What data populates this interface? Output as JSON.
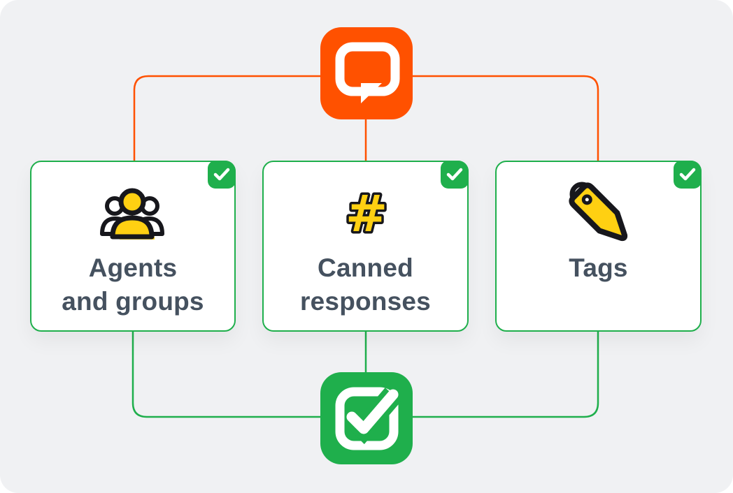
{
  "colors": {
    "page-bg": "#ffffff",
    "canvas-bg": "#f0f1f3",
    "orange": "#ff5100",
    "green": "#1faf4c",
    "yellow": "#ffd012",
    "outline": "#17171c",
    "text": "#45515f",
    "card-bg": "#ffffff"
  },
  "source_app": {
    "icon": "livechat-speech-bubble-logo"
  },
  "target_app": {
    "icon": "helpdesk-checkmark-logo"
  },
  "cards": [
    {
      "lines": [
        "Agents",
        "and groups"
      ],
      "icon": "agents-group-icon",
      "badge_icon": "checkmark-icon",
      "checked": true
    },
    {
      "lines": [
        "Canned",
        "responses"
      ],
      "icon": "hashtag-icon",
      "badge_icon": "checkmark-icon",
      "checked": true
    },
    {
      "lines": [
        "Tags"
      ],
      "icon": "price-tag-icon",
      "badge_icon": "checkmark-icon",
      "checked": true
    }
  ]
}
